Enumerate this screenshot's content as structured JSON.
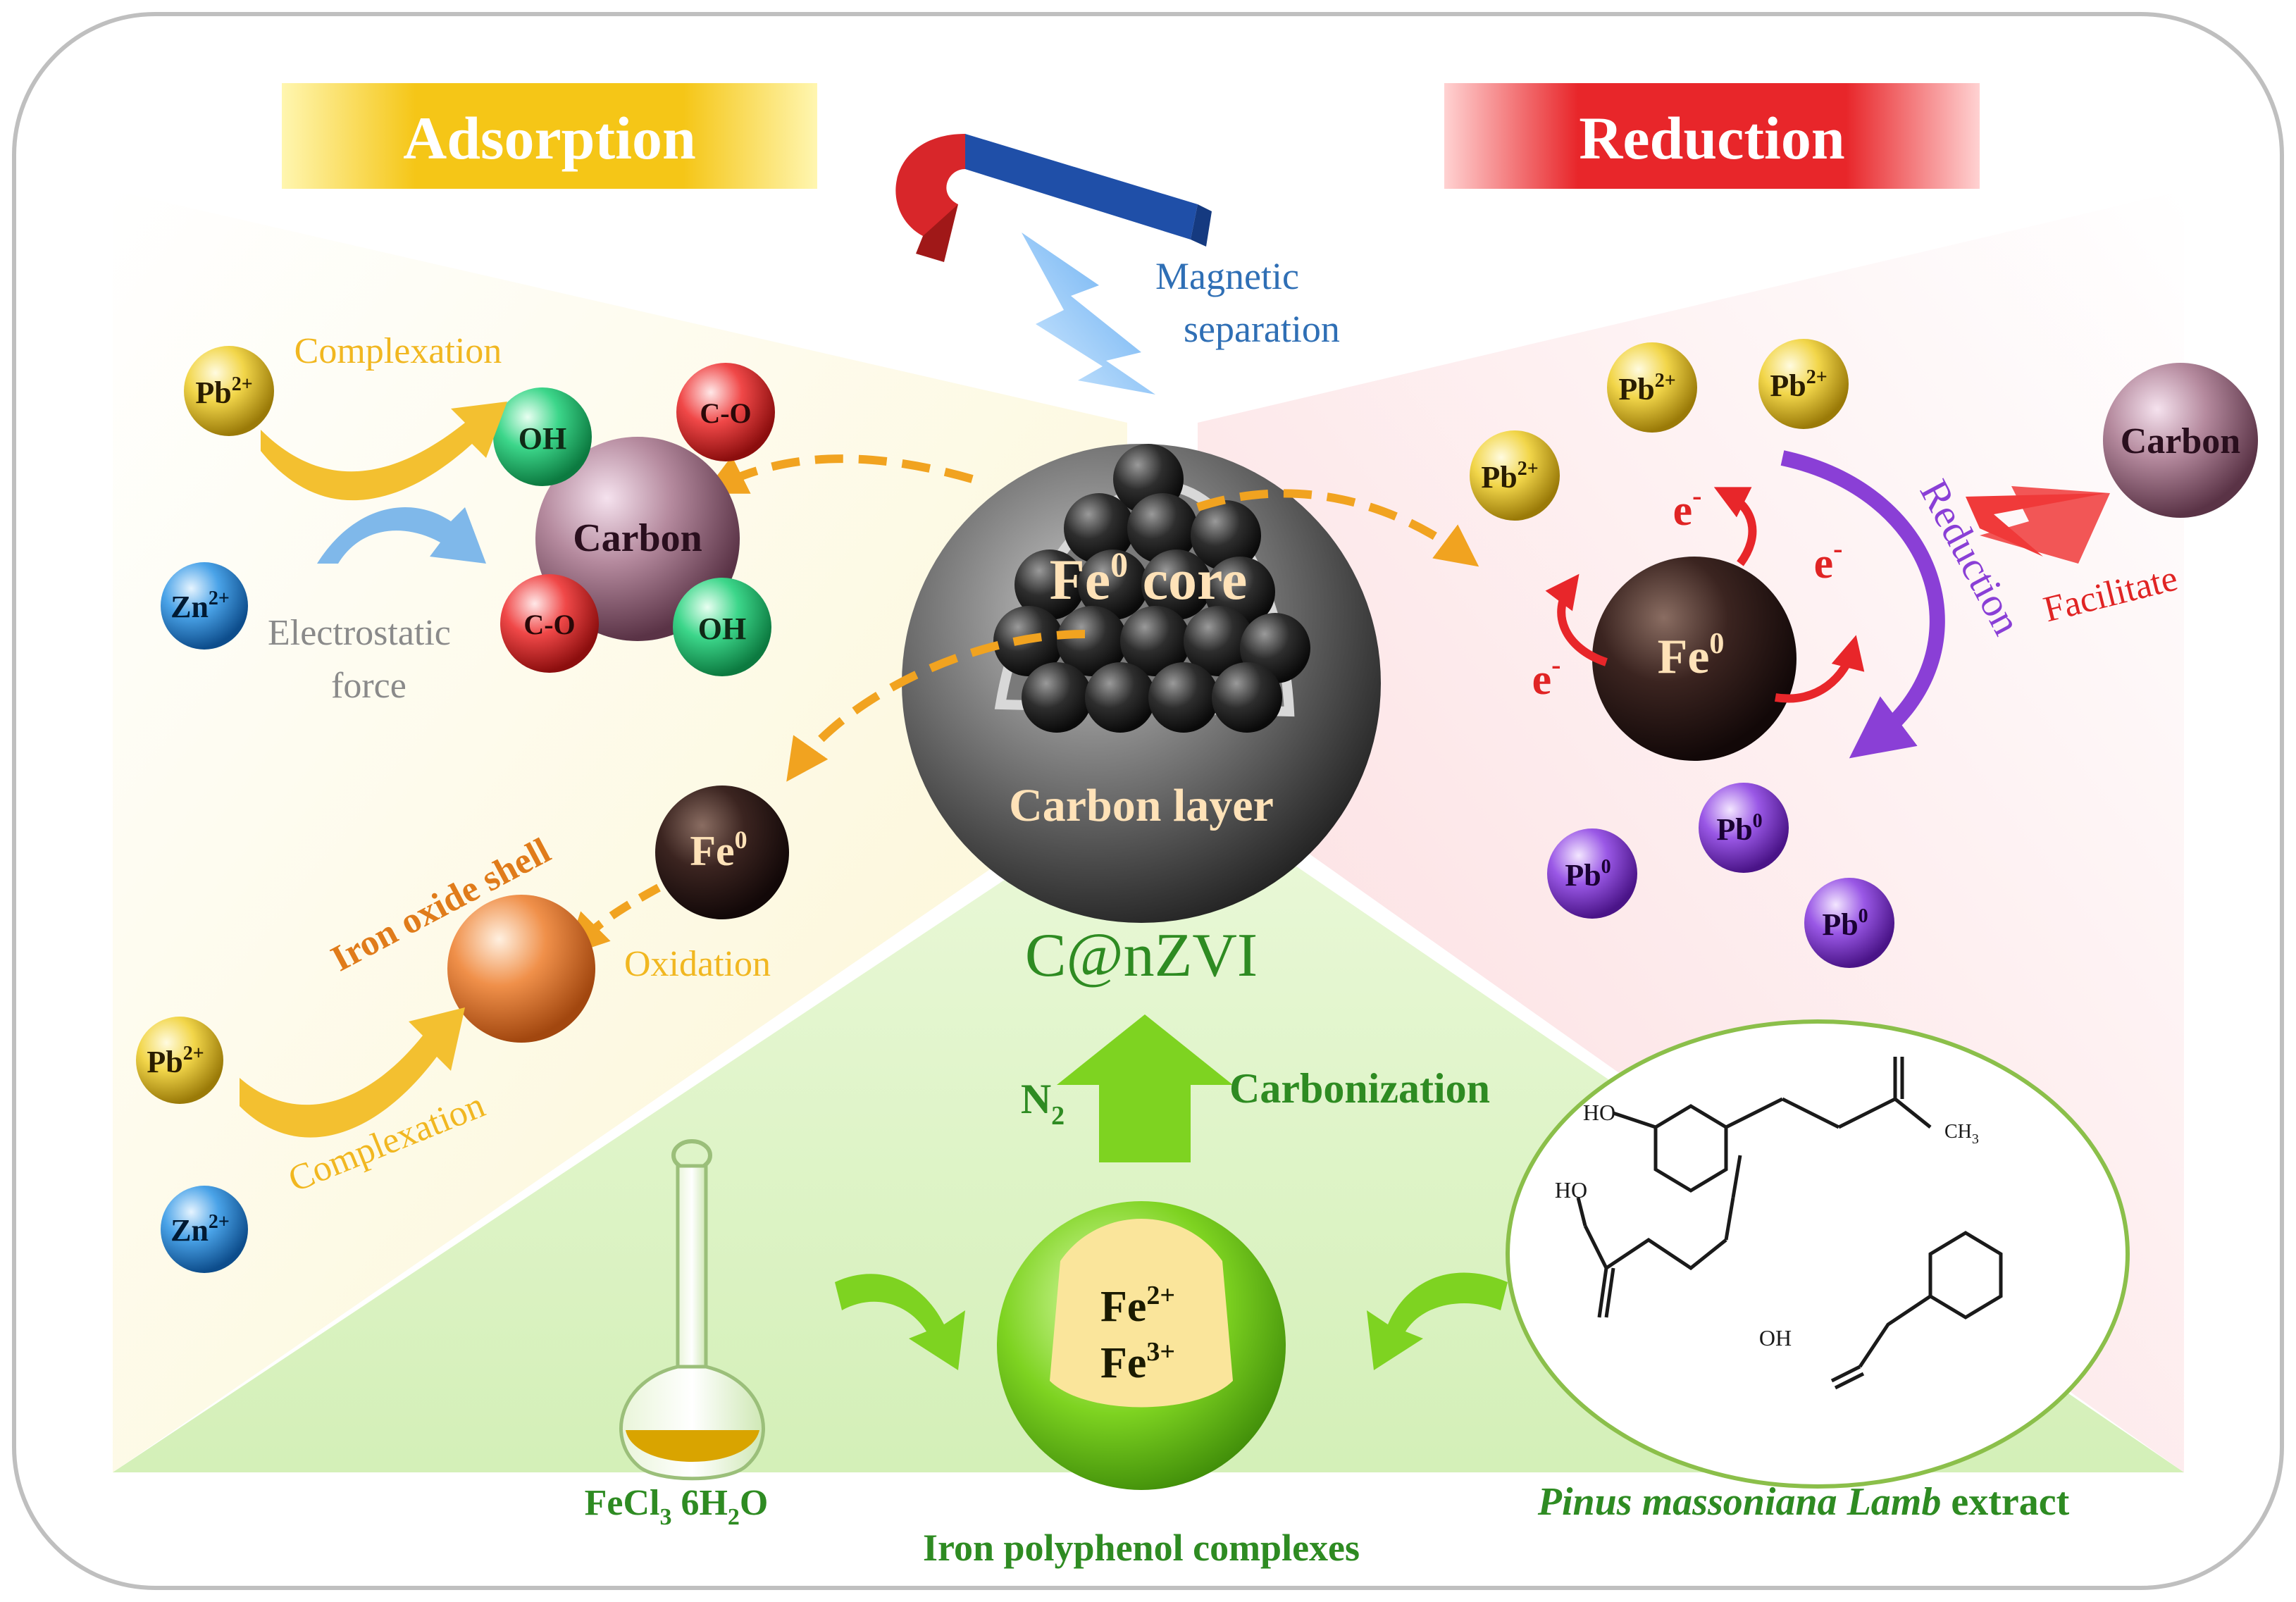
{
  "headers": {
    "adsorption": "Adsorption",
    "reduction": "Reduction"
  },
  "magnet": {
    "label_line1": "Magnetic",
    "label_line2": "separation"
  },
  "center": {
    "core_label": "Fe",
    "core_sup": "0",
    "core_word": " core",
    "layer_label": "Carbon layer",
    "product_label": "C@nZVI"
  },
  "adsorption_panel": {
    "carbon_label": "Carbon",
    "group_oh_1": "OH",
    "group_co_1": "C-O",
    "group_co_2": "C-O",
    "group_oh_2": "OH",
    "pb_ion": "Pb",
    "pb_charge": "2+",
    "zn_ion": "Zn",
    "zn_charge": "2+",
    "complexation_top": "Complexation",
    "electrostatic_line1": "Electrostatic",
    "electrostatic_line2": "force",
    "shell_label": "Iron oxide shell",
    "fe0_label": "Fe",
    "fe0_sup": "0",
    "oxidation_label": "Oxidation",
    "pb_ion_2": "Pb",
    "pb_charge_2": "2+",
    "complexation_bottom": "Complexation",
    "zn_ion_2": "Zn",
    "zn_charge_2": "2+"
  },
  "reduction_panel": {
    "pb2_a": "Pb",
    "pb2_b": "Pb",
    "pb2_c": "Pb",
    "pb2_charge": "2+",
    "carbon_label": "Carbon",
    "facilitate_label": "Facilitate",
    "reduction_label": "Reduction",
    "electron": "e",
    "electron_sup": "-",
    "fe0_label": "Fe",
    "fe0_sup": "0",
    "pb0_a": "Pb",
    "pb0_b": "Pb",
    "pb0_c": "Pb",
    "pb0_sup": "0"
  },
  "synthesis": {
    "n2_label": "N",
    "n2_sub": "2",
    "carbonization_label": "Carbonization",
    "fecl3_label": "FeCl",
    "fecl3_sub": "3",
    "fecl3_rest": " 6H",
    "h2o_sub": "2",
    "h2o_rest": "O",
    "complex_label": "Iron polyphenol complexes",
    "fe2": "Fe",
    "fe2_sup": "2+",
    "fe3": "Fe",
    "fe3_sup": "3+",
    "extract_italic": "Pinus massoniana  Lamb",
    "extract_rest": " extract",
    "mol_ho": "HO",
    "mol_ho2": "HO",
    "mol_oh": "OH",
    "mol_ch3": "CH",
    "mol_ch3_sub": "3"
  },
  "colors": {
    "adsorption_banner": "#f5c617",
    "reduction_banner": "#e8262a",
    "green_text": "#2e8b22",
    "orange_text": "#e07b1a",
    "red_text": "#e02424",
    "blue_text": "#2f6fb5",
    "purple_arrow": "#8a3fd6"
  }
}
